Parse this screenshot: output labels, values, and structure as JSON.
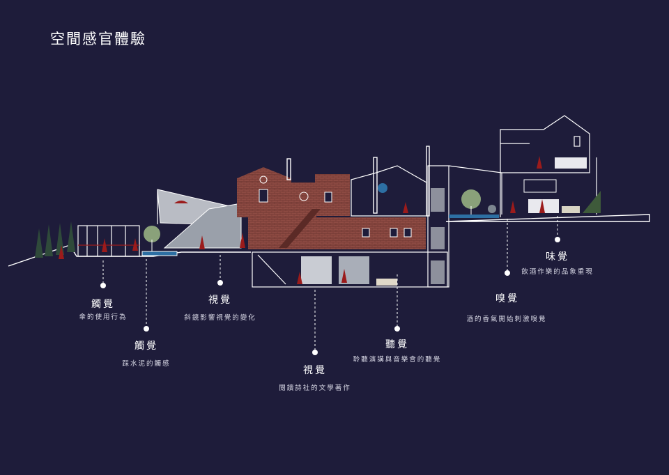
{
  "title": "空間感官體驗",
  "colors": {
    "background": "#1e1c3a",
    "brick": "#8e4b43",
    "line": "#ffffff",
    "figure": "#9b1b1b",
    "water": "#2d6fa3",
    "roof": "#b9bcc4"
  },
  "annotations": [
    {
      "sense": "觸覺",
      "description": "傘的使用行為"
    },
    {
      "sense": "觸覺",
      "description": "踩水泥的觸感"
    },
    {
      "sense": "視覺",
      "description": "斜鏡影響視覺的變化"
    },
    {
      "sense": "視覺",
      "description": "閱讀詩社的文學著作"
    },
    {
      "sense": "聽覺",
      "description": "聆聽演講與音樂會的聽覺"
    },
    {
      "sense": "嗅覺",
      "description": "酒的香氣開始刺激嗅覺"
    },
    {
      "sense": "味覺",
      "description": "飲酒作樂的品象重現"
    }
  ]
}
